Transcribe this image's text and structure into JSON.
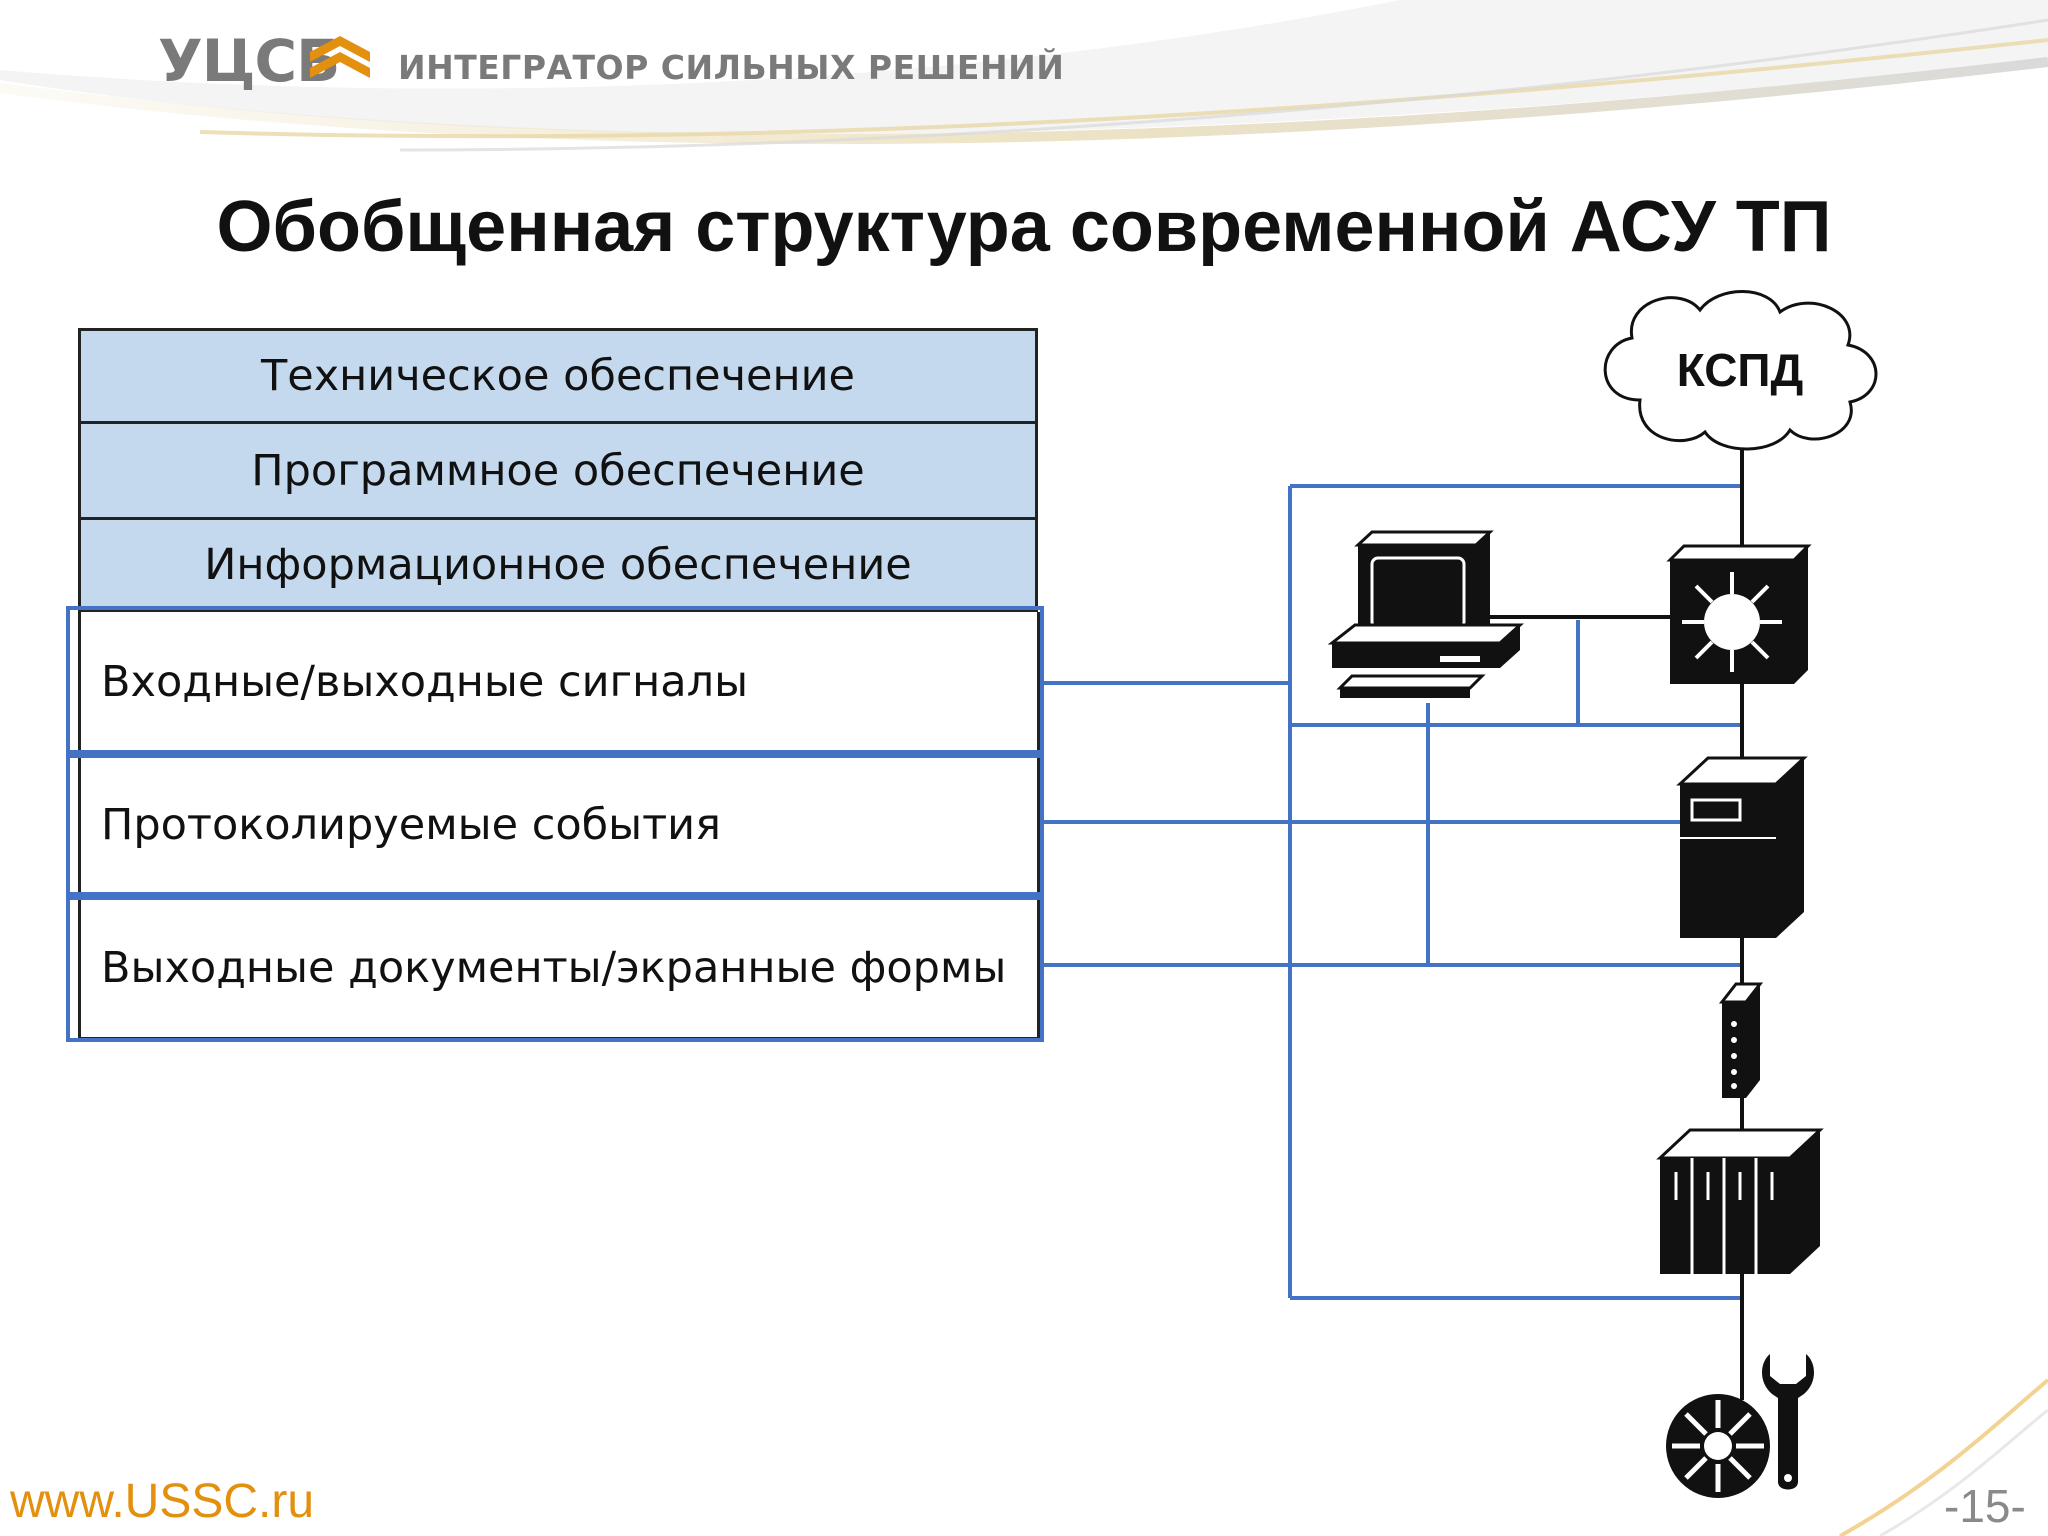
{
  "header": {
    "logo": "УЦСБ",
    "tagline": "ИНТЕГРАТОР СИЛЬНЫХ РЕШЕНИЙ"
  },
  "title": "Обобщенная структура современной АСУ ТП",
  "table": {
    "support_rows": [
      "Техническое обеспечение",
      "Программное обеспечение",
      "Информационное обеспечение"
    ],
    "data_rows": [
      "Входные/выходные сигналы",
      "Протоколируемые события",
      "Выходные документы/экранные формы"
    ]
  },
  "network": {
    "cloud_label": "КСПД",
    "devices": [
      "workstation-icon",
      "switch-icon",
      "server-icon",
      "gateway-icon",
      "plc-icon",
      "actuator-icon",
      "wrench-icon"
    ]
  },
  "footer": {
    "url": "www.USSC.ru",
    "page": "-15-"
  },
  "colors": {
    "accent_blue": "#4472c4",
    "row_fill": "#c5d9ee",
    "brand_orange": "#e3900e",
    "logo_grey": "#7a7a7a"
  }
}
